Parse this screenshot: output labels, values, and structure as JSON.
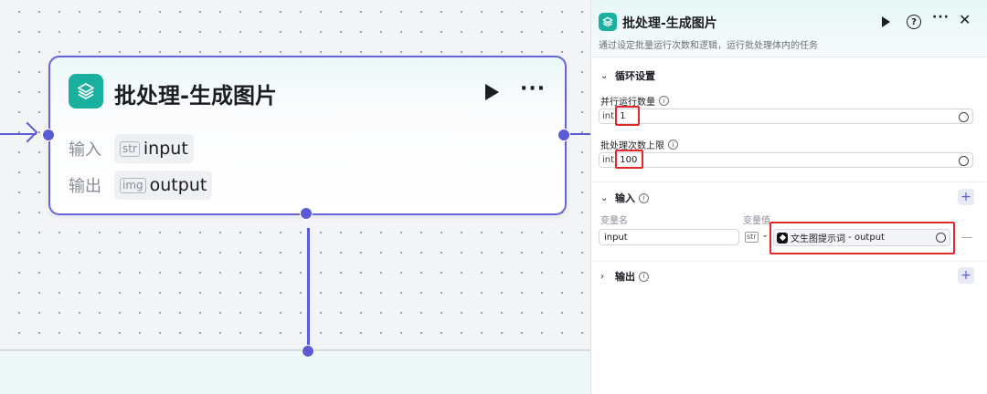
{
  "node": {
    "title": "批处理-生成图片",
    "inputs_label": "输入",
    "outputs_label": "输出",
    "input": {
      "type_tag": "str",
      "name": "input"
    },
    "output": {
      "type_tag": "img",
      "name": "output"
    },
    "icon": "batch-layers-icon"
  },
  "panel": {
    "title": "批处理-生成图片",
    "description": "通过设定批量运行次数和逻辑，运行批处理体内的任务",
    "loop_section": {
      "title": "循环设置",
      "parallel_label": "并行运行数量",
      "parallel_prefix": "int.",
      "parallel_value": "1",
      "max_label": "批处理次数上限",
      "max_prefix": "int.",
      "max_value": "100"
    },
    "input_section": {
      "title": "输入",
      "col_name": "变量名",
      "col_value": "变量值",
      "row": {
        "name": "input",
        "type_tag": "str",
        "ref_source": "文生图提示词",
        "ref_separator": " - ",
        "ref_field": "output"
      }
    },
    "output_section": {
      "title": "输出"
    },
    "icons": {
      "play": "play-icon",
      "help": "help-icon",
      "more": "more-icon",
      "close": "close-icon",
      "add": "plus-icon"
    }
  },
  "colors": {
    "accent": "#5b5bd6",
    "node_icon": "#19b0a0",
    "highlight": "#e02a2a"
  }
}
